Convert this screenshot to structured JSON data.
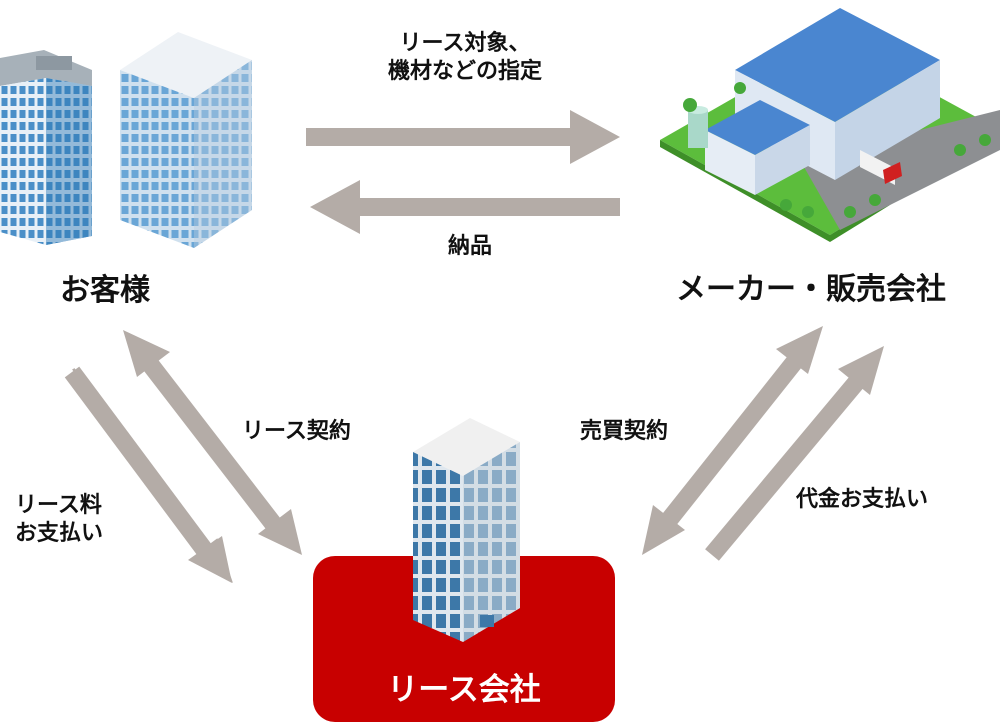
{
  "nodes": {
    "customer": "お客様",
    "maker": "メーカー・販売会社",
    "lease_company": "リース会社"
  },
  "edges": {
    "designation_line1": "リース対象、",
    "designation_line2": "機材などの指定",
    "delivery": "納品",
    "lease_contract": "リース契約",
    "lease_fee_line1": "リース料",
    "lease_fee_line2": "お支払い",
    "sales_contract": "売買契約",
    "payment": "代金お支払い"
  },
  "colors": {
    "arrow": "#b4aca7",
    "lease_box": "#c80000",
    "building_glass": "#3f8fc7",
    "factory_roof": "#4a86d0",
    "grass": "#5cbd3c"
  }
}
